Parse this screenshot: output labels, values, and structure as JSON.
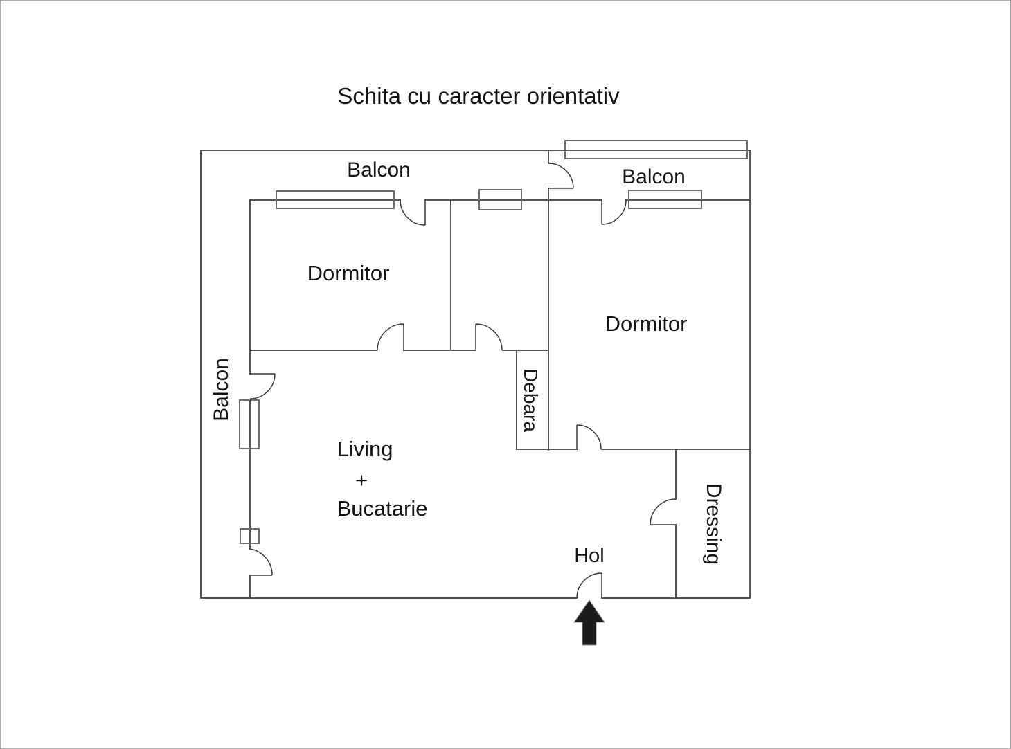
{
  "title": "Schita cu caracter orientativ",
  "labels": {
    "balcon_top_left": "Balcon",
    "balcon_top_right": "Balcon",
    "balcon_left": "Balcon",
    "dormitor_left": "Dormitor",
    "dormitor_right": "Dormitor",
    "debara": "Debara",
    "living_line1": "Living",
    "living_line2": "+",
    "living_line3": "Bucatarie",
    "hol": "Hol",
    "dressing": "Dressing"
  },
  "icons": {
    "entrance_arrow": "arrow-up"
  },
  "colors": {
    "wall": "#555555",
    "window_frame": "#6d6d6d",
    "door": "#3a3a3a",
    "text": "#141414",
    "arrow": "#1d1d1d",
    "page_border": "#aaaaaa"
  }
}
